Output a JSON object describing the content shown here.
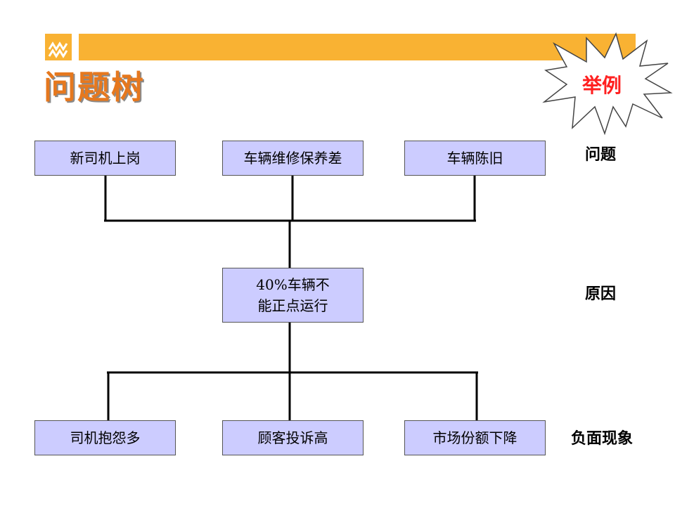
{
  "title": "问题树",
  "badge": "举例",
  "levels": {
    "problem": "问题",
    "cause": "原因",
    "effect": "负面现象"
  },
  "nodes": {
    "top": [
      "新司机上岗",
      "车辆维修保养差",
      "车辆陈旧"
    ],
    "center": "40%车辆不\n能正点运行",
    "bottom": [
      "司机抱怨多",
      "顾客投诉高",
      "市场份额下降"
    ]
  },
  "colors": {
    "header_bar": "#f9b233",
    "title": "#e6781e",
    "badge_text": "#ff2020",
    "node_fill": "#ccccff"
  }
}
